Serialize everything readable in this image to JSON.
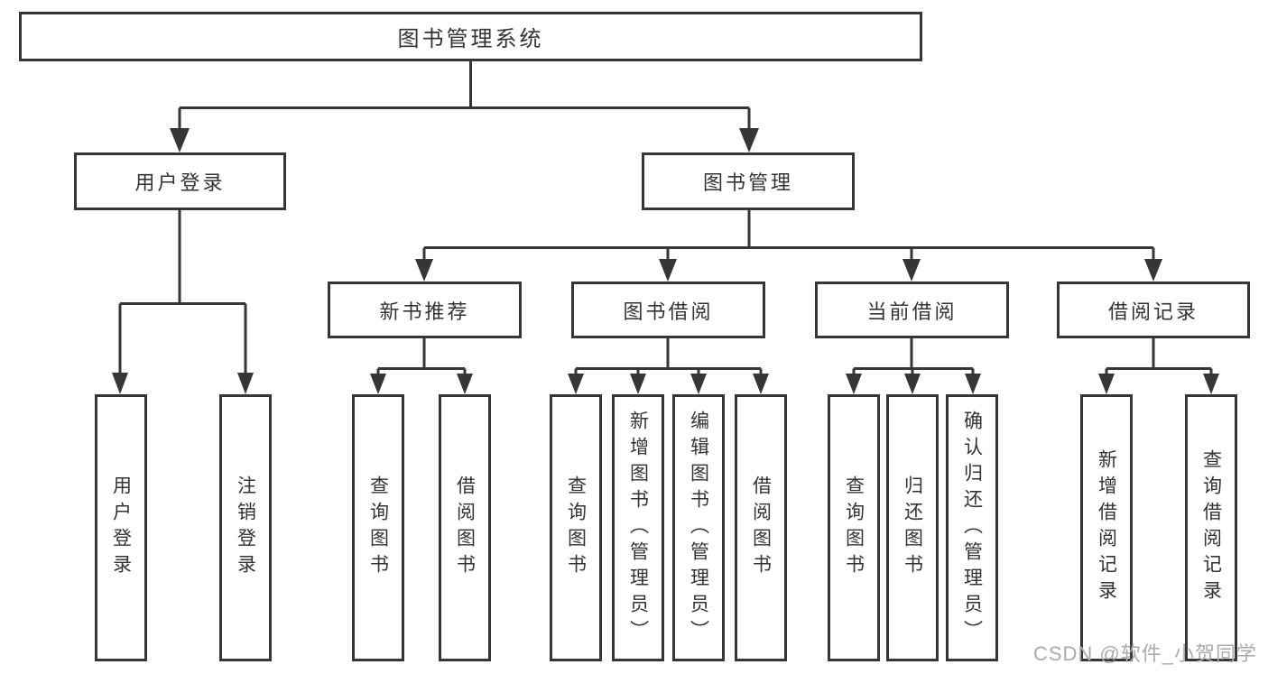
{
  "tree": {
    "label": "图书管理系统",
    "children": [
      {
        "label": "用户登录",
        "children": [
          {
            "label": "用户登录"
          },
          {
            "label": "注销登录"
          }
        ]
      },
      {
        "label": "图书管理",
        "children": [
          {
            "label": "新书推荐",
            "children": [
              {
                "label": "查询图书"
              },
              {
                "label": "借阅图书"
              }
            ]
          },
          {
            "label": "图书借阅",
            "children": [
              {
                "label": "查询图书"
              },
              {
                "label": "新增图书（管理员）"
              },
              {
                "label": "编辑图书（管理员）"
              },
              {
                "label": "借阅图书"
              }
            ]
          },
          {
            "label": "当前借阅",
            "children": [
              {
                "label": "查询图书"
              },
              {
                "label": "归还图书"
              },
              {
                "label": "确认归还（管理员）"
              }
            ]
          },
          {
            "label": "借阅记录",
            "children": [
              {
                "label": "新增借阅记录"
              },
              {
                "label": "查询借阅记录"
              }
            ]
          }
        ]
      }
    ]
  },
  "watermark": {
    "text": "CSDN @软件_小贺同学"
  },
  "colors": {
    "line": "#363636",
    "box_border": "#363636",
    "box_fill": "#ffffff",
    "text": "#333333",
    "watermark_text": "#ababab",
    "background": "#ffffff"
  }
}
